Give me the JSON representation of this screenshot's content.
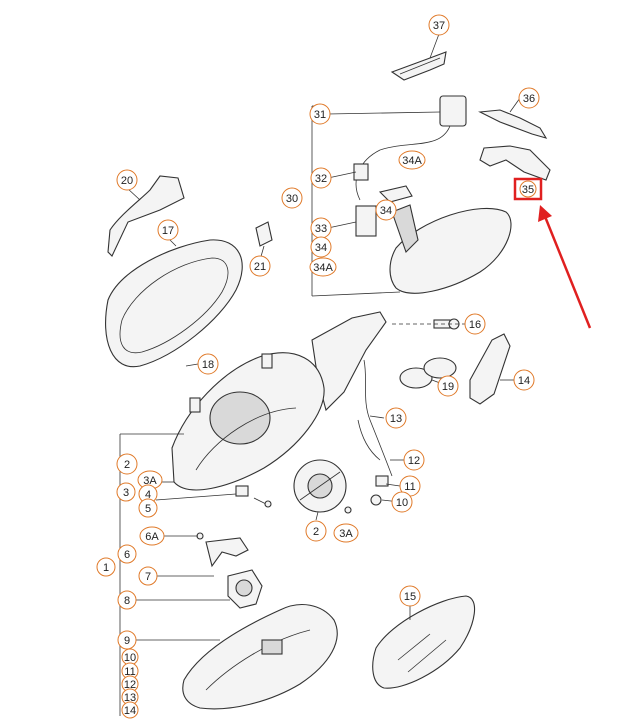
{
  "diagram": {
    "labels": {
      "l37": "37",
      "l36": "36",
      "l31": "31",
      "l34a_top": "34A",
      "l32": "32",
      "l30": "30",
      "l34_mid": "34",
      "l35": "35",
      "l33": "33",
      "l34": "34",
      "l34a": "34A",
      "l20": "20",
      "l17": "17",
      "l21": "21",
      "l16": "16",
      "l18": "18",
      "l19": "19",
      "l14": "14",
      "l13": "13",
      "l12": "12",
      "l2": "2",
      "l3a": "3A",
      "l3": "3",
      "l4": "4",
      "l5": "5",
      "l11": "11",
      "l10": "10",
      "l2b": "2",
      "l3ab": "3A",
      "l6a": "6A",
      "l6": "6",
      "l1": "1",
      "l7": "7",
      "l8": "8",
      "l15": "15",
      "l9": "9",
      "l10b": "10",
      "l11b": "11",
      "l12b": "12",
      "l13b": "13",
      "l14b": "14"
    },
    "highlight": {
      "label": "35",
      "color": "#e02020"
    },
    "arrow_color": "#e02020",
    "callout_color": "#e07a2a"
  }
}
